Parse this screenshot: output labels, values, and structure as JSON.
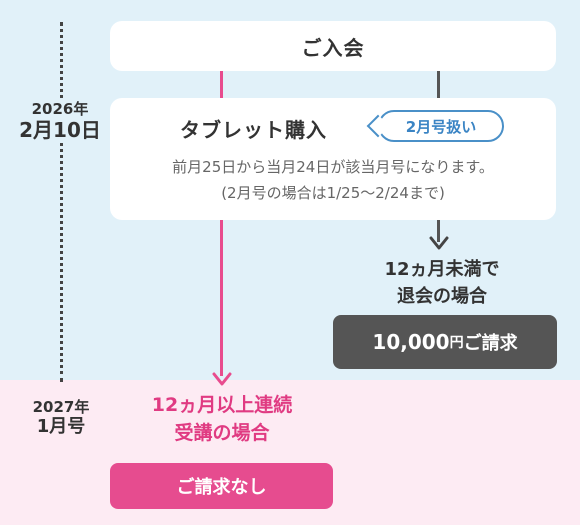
{
  "timeline": {
    "date1": {
      "year": "2026年",
      "day": "2月10日"
    },
    "date2": {
      "year": "2027年",
      "month": "1月号"
    }
  },
  "steps": {
    "join": "ご入会",
    "tablet": {
      "title": "タブレット購入",
      "badge": "2月号扱い",
      "desc1": "前月25日から当月24日が該当月号になります。",
      "desc2": "(2月号の場合は1/25〜2/24まで)"
    }
  },
  "branches": {
    "short": {
      "line1": "12ヵ月未満で",
      "line2": "退会の場合",
      "amount": "10,000",
      "yen": "円",
      "suffix": "ご請求"
    },
    "long": {
      "line1": "12ヵ月以上連続",
      "line2": "受講の場合",
      "result": "ご請求なし"
    }
  },
  "colors": {
    "pink": "#e84c8e",
    "blue": "#4a90c8",
    "gray": "#555555",
    "bg_top": "#e1f1f9",
    "bg_bottom": "#fdebf3"
  }
}
